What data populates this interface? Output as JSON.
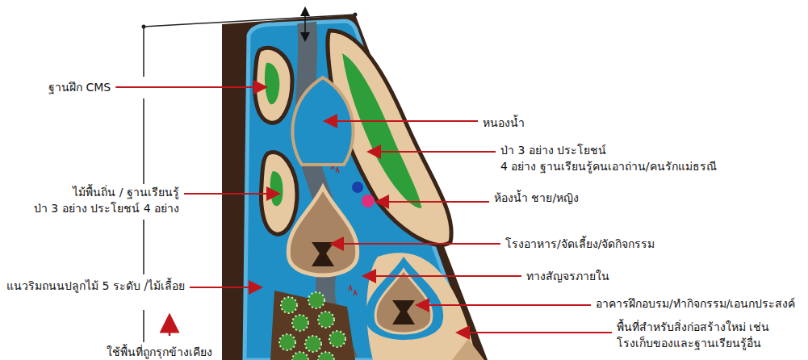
{
  "diagram": {
    "labels": [
      "ฐานฝึก CMS",
      "หนองน้ำ",
      "ป่า 3 อย่าง ประโยชน์ 4 อย่าง ฐานเรียนรู้คนเอาถ่าน/คนรักแม่ธรณี",
      "ไม้พื้นถิ่น / ฐานเรียนรู้ ป่า 3 อย่าง ประโยชน์ 4 อย่าง",
      "ห้องน้ำ ชาย/หญิง",
      "โรงอาหาร/จัดเลี้ยง/จัดกิจกรรม",
      "ทางสัญจรภายใน",
      "แนวริมถนนปลูกไม้ 5 ระดับ /ไม้เลื้อย",
      "อาคารฝึกอบรม/ทำกิจกรรม/เอนกประสงค์",
      "พื้นที่สำหรับสิ่งก่อสร้างใหม่ เช่น โรงเก็บของและฐานเรียนรู้อื่น",
      "ใช้พื้นที่ถูกรุกข้างเคียง"
    ]
  }
}
